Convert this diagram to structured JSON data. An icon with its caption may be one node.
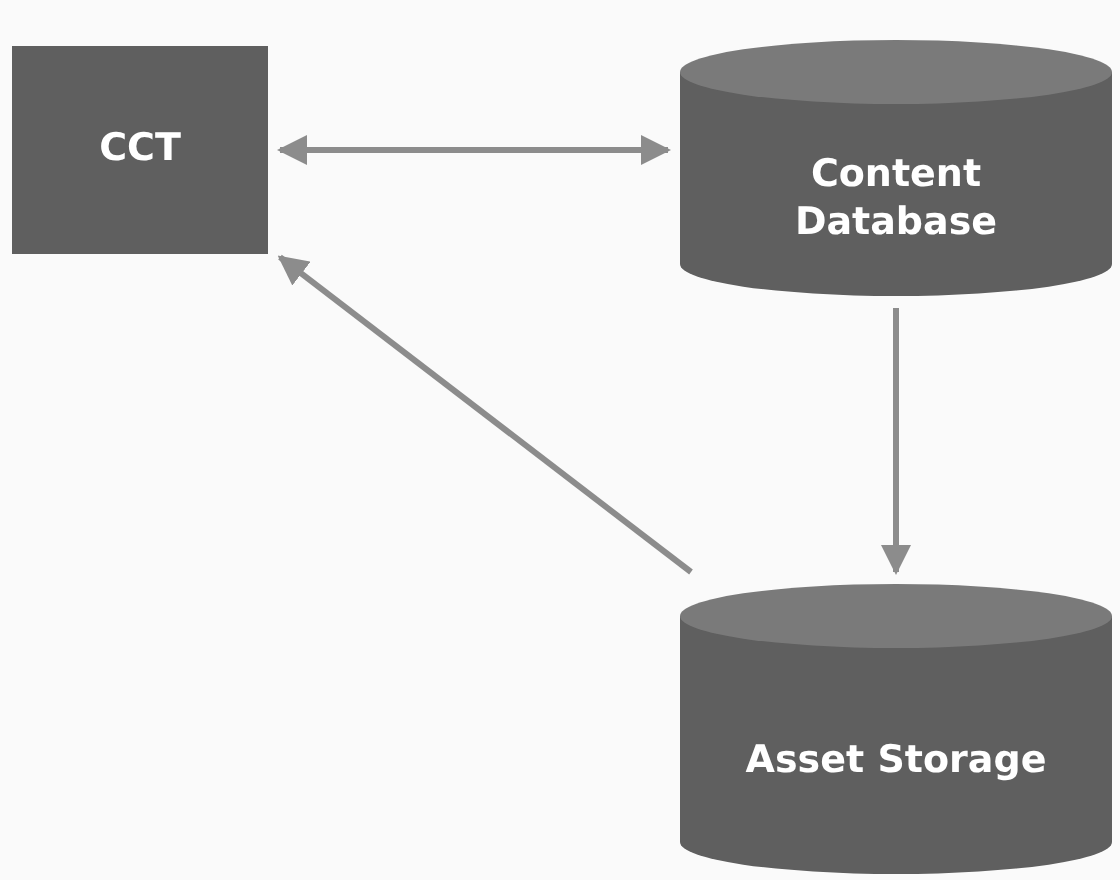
{
  "diagram": {
    "nodes": [
      {
        "text": [
          "CCT"
        ]
      },
      {
        "text": [
          "Content Database"
        ]
      },
      {
        "text": [
          "Asset Storage"
        ]
      }
    ],
    "edges": [
      {
        "from": 0,
        "to": 1,
        "arrow": "both"
      },
      {
        "from": 1,
        "to": 2,
        "arrow": "to"
      },
      {
        "from": 2,
        "to": 0,
        "arrow": "to"
      }
    ]
  }
}
